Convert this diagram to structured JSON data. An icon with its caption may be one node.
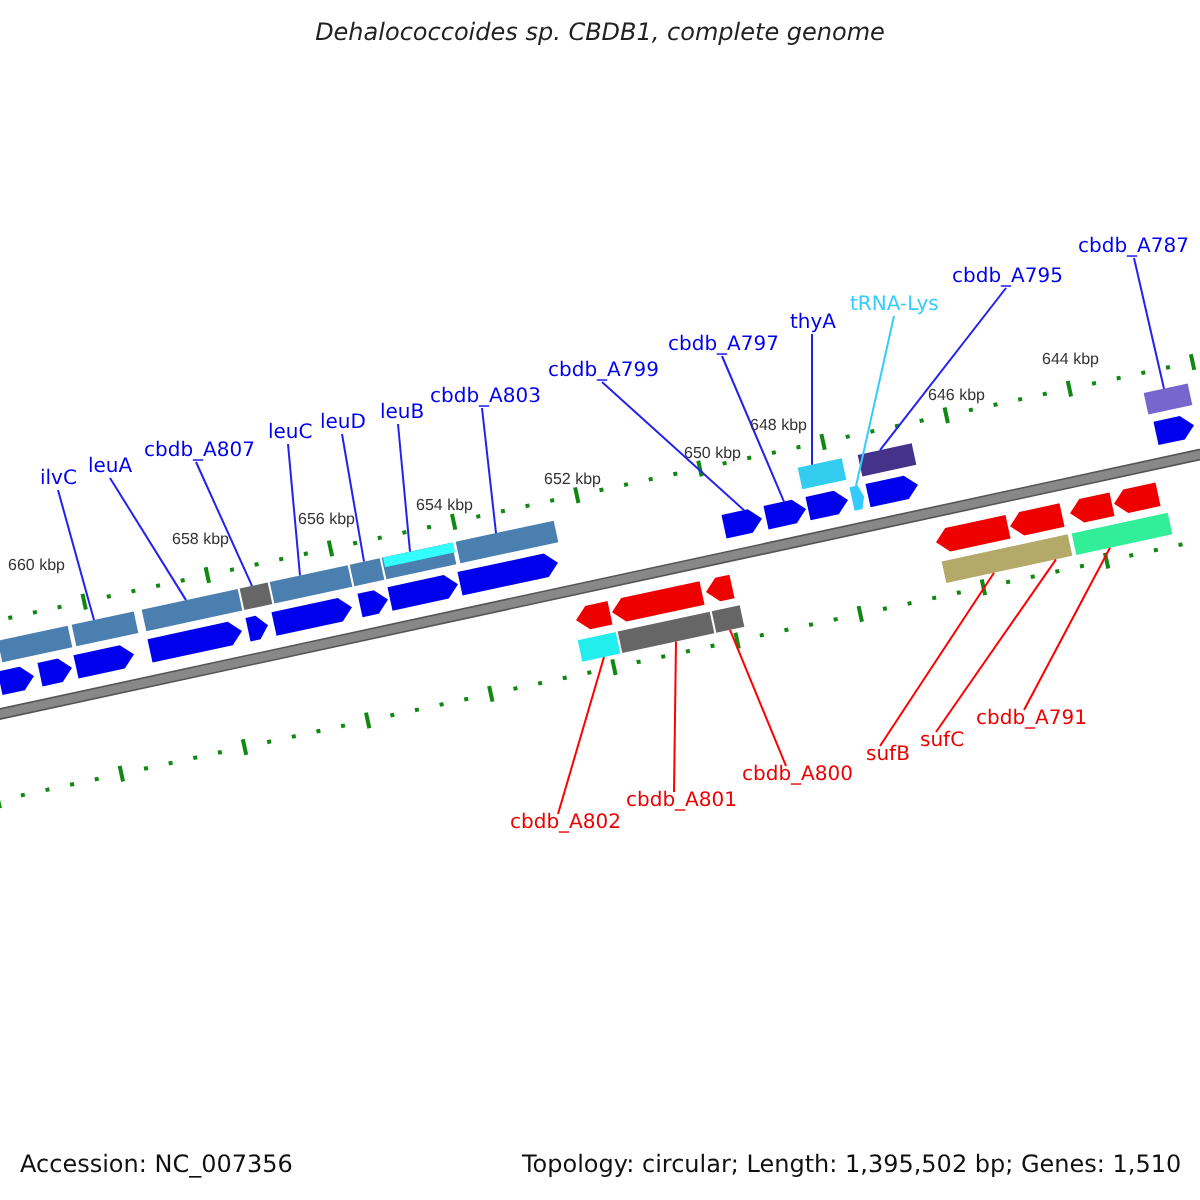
{
  "diagram": {
    "title": "Dehalococcoides sp. CBDB1, complete genome",
    "nodes": [
      {
        "text": [
          "ilvC"
        ]
      },
      {
        "text": [
          "leuA"
        ]
      },
      {
        "text": [
          "cbdb_A807"
        ]
      },
      {
        "text": [
          "leuC"
        ]
      },
      {
        "text": [
          "leuD"
        ]
      },
      {
        "text": [
          "leuB"
        ]
      },
      {
        "text": [
          "cbdb_A803"
        ]
      },
      {
        "text": [
          "cbdb_A799"
        ]
      },
      {
        "text": [
          "cbdb_A797"
        ]
      },
      {
        "text": [
          "thyA"
        ]
      },
      {
        "text": [
          "tRNA-Lys"
        ]
      },
      {
        "text": [
          "cbdb_A795"
        ]
      },
      {
        "text": [
          "cbdb_A787"
        ]
      },
      {
        "text": [
          "cbdb_A802"
        ]
      },
      {
        "text": [
          "cbdb_A801"
        ]
      },
      {
        "text": [
          "cbdb_A800"
        ]
      },
      {
        "text": [
          "sufB"
        ]
      },
      {
        "text": [
          "sufC"
        ]
      },
      {
        "text": [
          "cbdb_A791"
        ]
      },
      {
        "text": [],
        "shape": "bar"
      },
      {
        "text": [],
        "shape": "pentagon"
      },
      {
        "text": [],
        "shape": "pentagon"
      },
      {
        "text": [],
        "shape": "bar"
      },
      {
        "text": [],
        "shape": "pentagon"
      },
      {
        "text": [],
        "shape": "bar"
      },
      {
        "text": [],
        "shape": "pentagon"
      },
      {
        "text": [],
        "shape": "bar"
      },
      {
        "text": [],
        "shape": "pentagon"
      },
      {
        "text": [],
        "shape": "bar"
      },
      {
        "text": [],
        "shape": "pentagon"
      },
      {
        "text": [],
        "shape": "bar"
      },
      {
        "text": [],
        "shape": "pentagon"
      },
      {
        "text": [],
        "shape": "bar"
      },
      {
        "text": [],
        "shape": "pentagon"
      },
      {
        "text": [],
        "shape": "bar"
      },
      {
        "text": [],
        "shape": "pentagon"
      },
      {
        "text": [],
        "shape": "pentagon"
      },
      {
        "text": [],
        "shape": "bar"
      },
      {
        "text": [],
        "shape": "pentagon"
      },
      {
        "text": [],
        "shape": "bar"
      },
      {
        "text": [],
        "shape": "pentagon"
      },
      {
        "text": [],
        "shape": "bar"
      },
      {
        "text": [],
        "shape": "pentagon"
      },
      {
        "text": [],
        "shape": "pentagon"
      },
      {
        "text": [],
        "shape": "bar"
      },
      {
        "text": [],
        "shape": "pentagon"
      },
      {
        "text": [],
        "shape": "wedge"
      },
      {
        "text": [],
        "shape": "bar"
      },
      {
        "text": [],
        "shape": "pentagon"
      },
      {
        "text": [],
        "shape": "pentagon"
      },
      {
        "text": [],
        "shape": "bar"
      },
      {
        "text": [],
        "shape": "pentagon"
      },
      {
        "text": [],
        "shape": "pentagon"
      },
      {
        "text": [],
        "shape": "bar"
      },
      {
        "text": [],
        "shape": "pentagon"
      },
      {
        "text": [],
        "shape": "bar"
      },
      {
        "text": [],
        "shape": "pentagon"
      }
    ],
    "edges": [
      {
        "from": 0,
        "to": 22,
        "arrow": "none"
      },
      {
        "from": 1,
        "to": 24,
        "arrow": "none"
      },
      {
        "from": 2,
        "to": 26,
        "arrow": "none"
      },
      {
        "from": 3,
        "to": 28,
        "arrow": "none"
      },
      {
        "from": 4,
        "to": 30,
        "arrow": "none"
      },
      {
        "from": 5,
        "to": 32,
        "arrow": "none"
      },
      {
        "from": 6,
        "to": 34,
        "arrow": "none"
      },
      {
        "from": 7,
        "to": 42,
        "arrow": "none"
      },
      {
        "from": 8,
        "to": 43,
        "arrow": "none"
      },
      {
        "from": 9,
        "to": 44,
        "arrow": "none"
      },
      {
        "from": 10,
        "to": 46,
        "arrow": "none",
        "color": "#33ccff"
      },
      {
        "from": 11,
        "to": 47,
        "arrow": "none"
      },
      {
        "from": 12,
        "to": 55,
        "arrow": "none"
      },
      {
        "from": 13,
        "to": 37,
        "arrow": "none",
        "color": "#ff0000"
      },
      {
        "from": 14,
        "to": 39,
        "arrow": "none",
        "color": "#ff0000"
      },
      {
        "from": 15,
        "to": 41,
        "arrow": "none",
        "color": "#ff0000"
      },
      {
        "from": 16,
        "to": 50,
        "arrow": "none",
        "color": "#ff0000"
      },
      {
        "from": 17,
        "to": 50,
        "arrow": "none",
        "color": "#ff0000"
      },
      {
        "from": 18,
        "to": 53,
        "arrow": "none",
        "color": "#ff0000"
      }
    ],
    "labels": [
      "644 kbp",
      "646 kbp",
      "648 kbp",
      "650 kbp",
      "652 kbp",
      "654 kbp",
      "656 kbp",
      "658 kbp",
      "660 kbp",
      "Accession: NC_007356",
      "Topology: circular; Length: 1,395,502 bp; Genes: 1,510"
    ]
  }
}
